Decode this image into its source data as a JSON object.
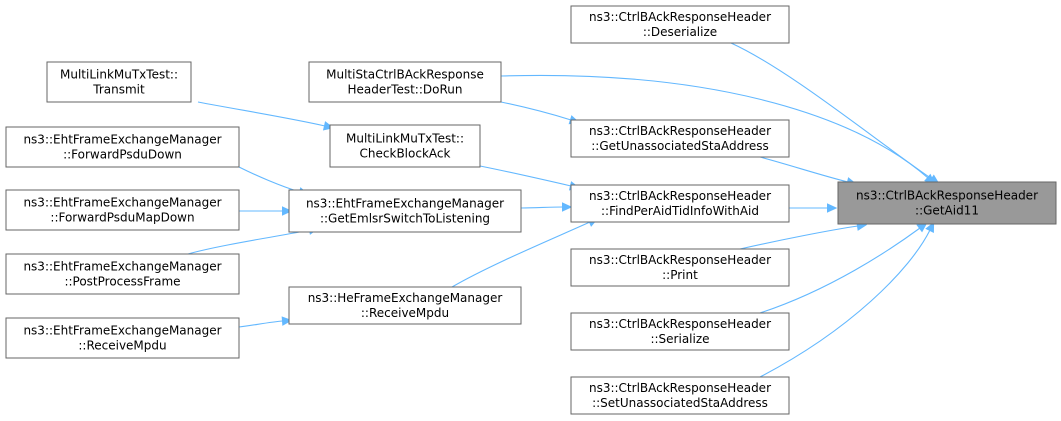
{
  "graph": {
    "title": "",
    "nodes": [
      {
        "id": "focus",
        "lines": [
          "ns3::CtrlBAckResponseHeader",
          "::GetAid11"
        ],
        "focus": true
      },
      {
        "id": "deser",
        "lines": [
          "ns3::CtrlBAckResponseHeader",
          "::Deserialize"
        ]
      },
      {
        "id": "multista",
        "lines": [
          "MultiStaCtrlBAckResponse",
          "HeaderTest::DoRun"
        ]
      },
      {
        "id": "getunassoc",
        "lines": [
          "ns3::CtrlBAckResponseHeader",
          "::GetUnassociatedStaAddress"
        ]
      },
      {
        "id": "findper",
        "lines": [
          "ns3::CtrlBAckResponseHeader",
          "::FindPerAidTidInfoWithAid"
        ]
      },
      {
        "id": "print",
        "lines": [
          "ns3::CtrlBAckResponseHeader",
          "::Print"
        ]
      },
      {
        "id": "serialize",
        "lines": [
          "ns3::CtrlBAckResponseHeader",
          "::Serialize"
        ]
      },
      {
        "id": "setunassoc",
        "lines": [
          "ns3::CtrlBAckResponseHeader",
          "::SetUnassociatedStaAddress"
        ]
      },
      {
        "id": "transmit",
        "lines": [
          "MultiLinkMuTxTest::",
          "Transmit"
        ]
      },
      {
        "id": "checkblock",
        "lines": [
          "MultiLinkMuTxTest::",
          "CheckBlockAck"
        ]
      },
      {
        "id": "getemlsr",
        "lines": [
          "ns3::EhtFrameExchangeManager",
          "::GetEmlsrSwitchToListening"
        ]
      },
      {
        "id": "herecv",
        "lines": [
          "ns3::HeFrameExchangeManager",
          "::ReceiveMpdu"
        ]
      },
      {
        "id": "fwdpsdu",
        "lines": [
          "ns3::EhtFrameExchangeManager",
          "::ForwardPsduDown"
        ]
      },
      {
        "id": "fwdpsdumap",
        "lines": [
          "ns3::EhtFrameExchangeManager",
          "::ForwardPsduMapDown"
        ]
      },
      {
        "id": "postproc",
        "lines": [
          "ns3::EhtFrameExchangeManager",
          "::PostProcessFrame"
        ]
      },
      {
        "id": "ehtrecv",
        "lines": [
          "ns3::EhtFrameExchangeManager",
          "::ReceiveMpdu"
        ]
      }
    ],
    "edges": [
      {
        "from": "deser",
        "to": "focus"
      },
      {
        "from": "multista",
        "to": "focus"
      },
      {
        "from": "getunassoc",
        "to": "focus"
      },
      {
        "from": "findper",
        "to": "focus"
      },
      {
        "from": "print",
        "to": "focus"
      },
      {
        "from": "serialize",
        "to": "focus"
      },
      {
        "from": "setunassoc",
        "to": "focus"
      },
      {
        "from": "multista",
        "to": "getunassoc"
      },
      {
        "from": "checkblock",
        "to": "findper"
      },
      {
        "from": "getemlsr",
        "to": "findper"
      },
      {
        "from": "herecv",
        "to": "findper"
      },
      {
        "from": "transmit",
        "to": "checkblock"
      },
      {
        "from": "fwdpsdu",
        "to": "getemlsr"
      },
      {
        "from": "fwdpsdumap",
        "to": "getemlsr"
      },
      {
        "from": "postproc",
        "to": "getemlsr"
      },
      {
        "from": "ehtrecv",
        "to": "herecv"
      }
    ],
    "colors": {
      "edge": "#63b8ff",
      "node_border": "#666666",
      "node_fill": "#ffffff",
      "focus_fill": "#999999",
      "text": "#000000"
    }
  }
}
